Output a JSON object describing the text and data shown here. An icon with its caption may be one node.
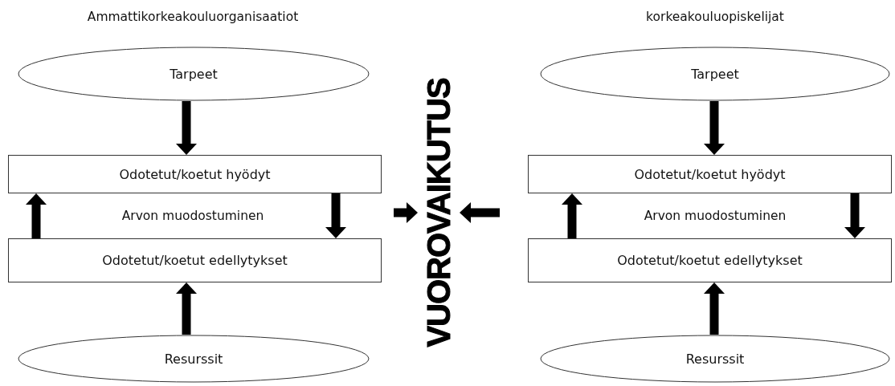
{
  "diagram": {
    "nodes": [
      {
        "text": [
          "Tarpeet"
        ]
      },
      {
        "text": [
          "Odotetut/koetut hyödyt"
        ]
      },
      {
        "text": [
          "Odotetut/koetut edellytykset"
        ]
      },
      {
        "text": [
          "Resurssit"
        ]
      },
      {
        "text": [
          "VUOROVAIKUTUS"
        ]
      },
      {
        "text": [
          "Tarpeet"
        ]
      },
      {
        "text": [
          "Odotetut/koetut hyödyt"
        ]
      },
      {
        "text": [
          "Odotetut/koetut edellytykset"
        ]
      },
      {
        "text": [
          "Resurssit"
        ]
      }
    ],
    "edges": [
      {
        "from": 0,
        "to": 1,
        "arrow": "to"
      },
      {
        "from": 2,
        "to": 1,
        "arrow": "to"
      },
      {
        "from": 1,
        "to": 2,
        "arrow": "to"
      },
      {
        "from": 3,
        "to": 2,
        "arrow": "to"
      },
      {
        "from": null,
        "to": 4,
        "arrow": "to"
      },
      {
        "from": null,
        "to": 4,
        "arrow": "to"
      },
      {
        "from": 5,
        "to": 6,
        "arrow": "to"
      },
      {
        "from": 7,
        "to": 6,
        "arrow": "to"
      },
      {
        "from": 6,
        "to": 7,
        "arrow": "to"
      },
      {
        "from": 8,
        "to": 7,
        "arrow": "to"
      }
    ],
    "labels": [
      "Ammattikorkeakouluorganisaatiot",
      "korkeakouluopiskelijat",
      "Arvon muodostuminen",
      "Arvon muodostuminen"
    ]
  }
}
